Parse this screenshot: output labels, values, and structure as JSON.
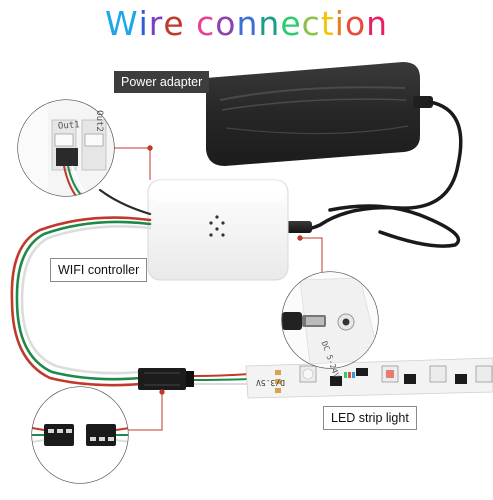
{
  "title": {
    "text": "Wire connection",
    "letter_colors": [
      "#1ea7e8",
      "#2e5bd8",
      "#7b3fc7",
      "#c0392b",
      "#ffffff",
      "#e84393",
      "#8e44ad",
      "#3b6fd6",
      "#16a085",
      "#2ecc71",
      "#8bc34a",
      "#f1c40f",
      "#e67e22",
      "#e74c3c",
      "#e91e63"
    ]
  },
  "labels": {
    "power_adapter": "Power adapter",
    "wifi_controller": "WIFI controller",
    "led_strip": "LED strip light"
  },
  "port_labels": {
    "out1": "Out1",
    "out2": "Out2"
  },
  "dc_jack_label": "DC 5-24V",
  "strip_marking": "D/3.5V",
  "colors": {
    "adapter": "#2a2a2a",
    "controller": "#f6f6f6",
    "wire_red": "#c0392b",
    "wire_green": "#1e8a4a",
    "wire_white": "#e8e8e8",
    "pointer_red": "#c0392b",
    "label_dark": "#3d3d3d",
    "strip": "#f4f4f4"
  }
}
